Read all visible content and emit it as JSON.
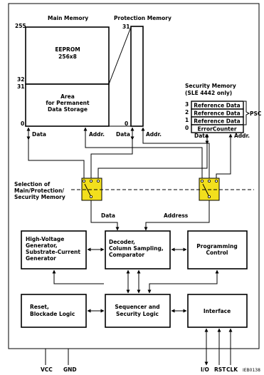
{
  "colors": {
    "switch_fill": "#f2df1d",
    "line": "#000000",
    "background": "#ffffff"
  },
  "main_memory": {
    "title": "Main Memory",
    "addr_top": "255",
    "addr_32": "32",
    "addr_31": "31",
    "addr_0": "0",
    "eeprom_line1": "EEPROM",
    "eeprom_line2": "256x8",
    "area_line1": "Area",
    "area_line2": "for Permanent",
    "area_line3": "Data Storage",
    "data_label": "Data",
    "addr_label": "Addr."
  },
  "protection_memory": {
    "title": "Protection Memory",
    "addr_top": "31",
    "addr_bottom": "0",
    "data_label": "Data",
    "addr_label": "Addr."
  },
  "security_memory": {
    "title_line1": "Security Memory",
    "title_line2": "(SLE 4442 only)",
    "rows": [
      {
        "index": "3",
        "label": "Reference Data"
      },
      {
        "index": "2",
        "label": "Reference Data"
      },
      {
        "index": "1",
        "label": "Reference Data"
      },
      {
        "index": "0",
        "label": "ErrorCounter"
      }
    ],
    "psc_label": "PSC",
    "data_label": "Data",
    "addr_label": "Addr."
  },
  "selection": {
    "line1": "Selection of",
    "line2": "Main/Protection/",
    "line3": "Security Memory",
    "data_label": "Data",
    "address_label": "Address"
  },
  "blocks": {
    "hv_line1": "High-Voltage",
    "hv_line2": "Generator,",
    "hv_line3": "Substrate-Current",
    "hv_line4": "Generator",
    "decoder_line1": "Decoder,",
    "decoder_line2": "Column Sampling,",
    "decoder_line3": "Comparator",
    "prog_line1": "Programming",
    "prog_line2": "Control",
    "reset_line1": "Reset,",
    "reset_line2": "Blockade Logic",
    "seq_line1": "Sequencer and",
    "seq_line2": "Security Logic",
    "interface": "Interface"
  },
  "pins": {
    "vcc": "VCC",
    "gnd": "GND",
    "io": "I/O",
    "rst": "RST",
    "clk": "CLK"
  },
  "figure_id": "IEB0138"
}
